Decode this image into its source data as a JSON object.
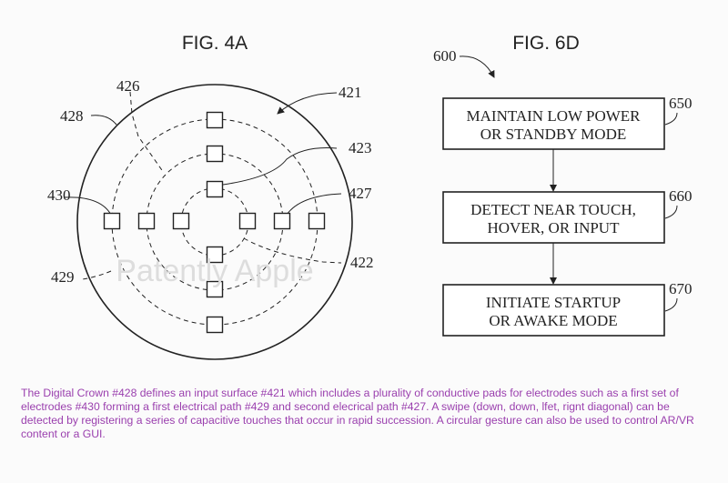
{
  "fig4a": {
    "title": "FIG. 4A",
    "labels": {
      "l421": "421",
      "l426": "426",
      "l428": "428",
      "l423": "423",
      "l430": "430",
      "l427": "427",
      "l429": "429",
      "l422": "422"
    }
  },
  "fig6d": {
    "title": "FIG. 6D",
    "ref": "600",
    "steps": [
      {
        "ref": "650",
        "line1": "MAINTAIN LOW POWER",
        "line2": "OR STANDBY MODE"
      },
      {
        "ref": "660",
        "line1": "DETECT NEAR TOUCH,",
        "line2": "HOVER, OR INPUT"
      },
      {
        "ref": "670",
        "line1": "INITIATE STARTUP",
        "line2": "OR AWAKE MODE"
      }
    ]
  },
  "watermark": "Patently Apple",
  "caption": "The Digital Crown #428 defines an input surface #421 which includes a plurality of conductive pads for electrodes such as a first set of electrodes #430 forming a first electrical path #429 and second elecrical path #427. A swipe (down, down, lfet, rignt diagonal) can be detected by registering a series of capacitive touches that occur in rapid succession. A circular gesture can also be used to control AR/VR content or a GUI.",
  "colors": {
    "caption": "#9a3fae",
    "line": "#222222"
  }
}
